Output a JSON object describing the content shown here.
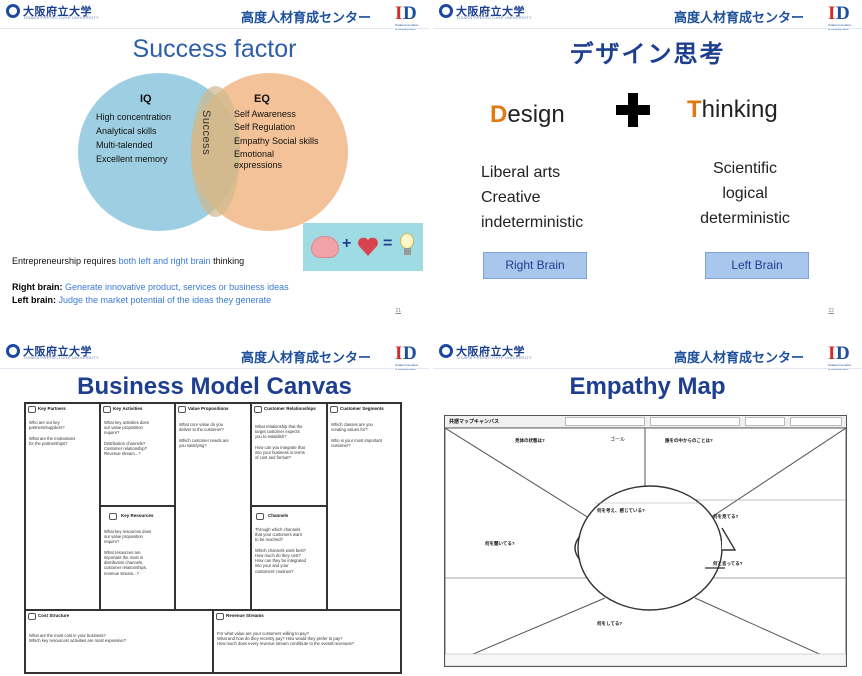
{
  "header": {
    "university_name": "大阪府立大学",
    "university_sub": "OSAKA PREFECTURE UNIVERSITY",
    "center_name": "高度人材育成センター",
    "logo_text": "ID",
    "logo_sub": "Osaka Innovation & Development"
  },
  "slide1": {
    "title": "Success factor",
    "iq_title": "IQ",
    "iq_items": [
      "High concentration",
      "Analytical skills",
      "Multi-talended",
      "Excellent memory"
    ],
    "eq_title": "EQ",
    "eq_items": [
      "Self Awareness",
      "Self Regulation",
      "Empathy Social skills",
      "Emotional expressions"
    ],
    "overlap_label": "Success",
    "entre_prefix": "Entrepreneurship requires ",
    "entre_highlight": "both left and right brain",
    "entre_suffix": " thinking",
    "right_brain_label": "Right brain:",
    "right_brain_text": " Generate innovative product, services or business ideas",
    "left_brain_label": "Left brain:",
    "left_brain_text": " Judge the market potential of the ideas they generate",
    "page_number": "21",
    "colors": {
      "iq": "#8cc6dc",
      "eq": "#f0b482",
      "highlight": "#3a7bd5"
    }
  },
  "slide2": {
    "title": "デザイン思考",
    "design_cap": "D",
    "design_rest": "esign",
    "thinking_cap": "T",
    "thinking_rest": "hinking",
    "left_items": [
      "Liberal arts",
      "Creative",
      "indeterministic"
    ],
    "right_items": [
      "Scientific",
      "logical",
      "deterministic"
    ],
    "right_brain_button": "Right Brain",
    "left_brain_button": "Left Brain",
    "page_number": "22",
    "colors": {
      "accent": "#e07b12",
      "button": "#a9c7ec"
    }
  },
  "slide3": {
    "title": "Business Model Canvas",
    "cells": {
      "key_partners": {
        "title": "Key Partners",
        "questions": [
          "Who are our key",
          "partners/suppliers?",
          "",
          "What are the motivations",
          "for the partnerships?"
        ]
      },
      "key_activities": {
        "title": "Key Activities",
        "questions": [
          "What key activities does",
          "our value proposition",
          "require?",
          "",
          "Distribution channels?",
          "Customer relationship?",
          "Revenue stream...?"
        ]
      },
      "key_resources": {
        "title": "Key Resources",
        "questions": [
          "What key resources does",
          "our value proposition",
          "require?",
          "",
          "What resources are",
          "important the most in",
          "distribution channels,",
          "customer relationships,",
          "revenue stream...?"
        ]
      },
      "value_propositions": {
        "title": "Value Propositions",
        "questions": [
          "What core value do you",
          "deliver to the customer?",
          "",
          "Which customer needs are",
          "you satisfying?"
        ]
      },
      "customer_relationships": {
        "title": "Customer Relationships",
        "questions": [
          "What relationship that the",
          "target customer expects",
          "you to establish?",
          "",
          "How can you integrate that",
          "into your business in terms",
          "of cost and format?"
        ]
      },
      "channels": {
        "title": "Channels",
        "questions": [
          "Through which channels",
          "that your customers want",
          "to be reached?",
          "",
          "Which channels work best?",
          "How much do they cost?",
          "How can they be integrated",
          "into your and your",
          "customers' routines?"
        ]
      },
      "customer_segments": {
        "title": "Customer Segments",
        "questions": [
          "Which classes are you",
          "creating values for?",
          "",
          "Who is your most important",
          "customer?"
        ]
      },
      "cost_structure": {
        "title": "Cost Structure",
        "questions": [
          "What are the most cost in your business?",
          "Which key resources/ activities are most expensive?"
        ]
      },
      "revenue_streams": {
        "title": "Revenue Streams",
        "questions": [
          "For what value are your customers willing to pay?",
          "What and how do they recently pay? How would they prefer to pay?",
          "How much does every revenue stream contribute to the overall revenues?"
        ]
      }
    }
  },
  "slide4": {
    "title": "Empathy Map",
    "canvas_label": "共感マップキャンバス",
    "goal_label": "ゴール",
    "sections": {
      "top_left": "見体の状態は?",
      "top_right": "誰をの中からのことは?",
      "think_feel": "何を考え、感じている?",
      "see": "何を見てる?",
      "hear": "何を聞いてる?",
      "say": "何と言ってる?",
      "do": "何をしてる?"
    }
  }
}
